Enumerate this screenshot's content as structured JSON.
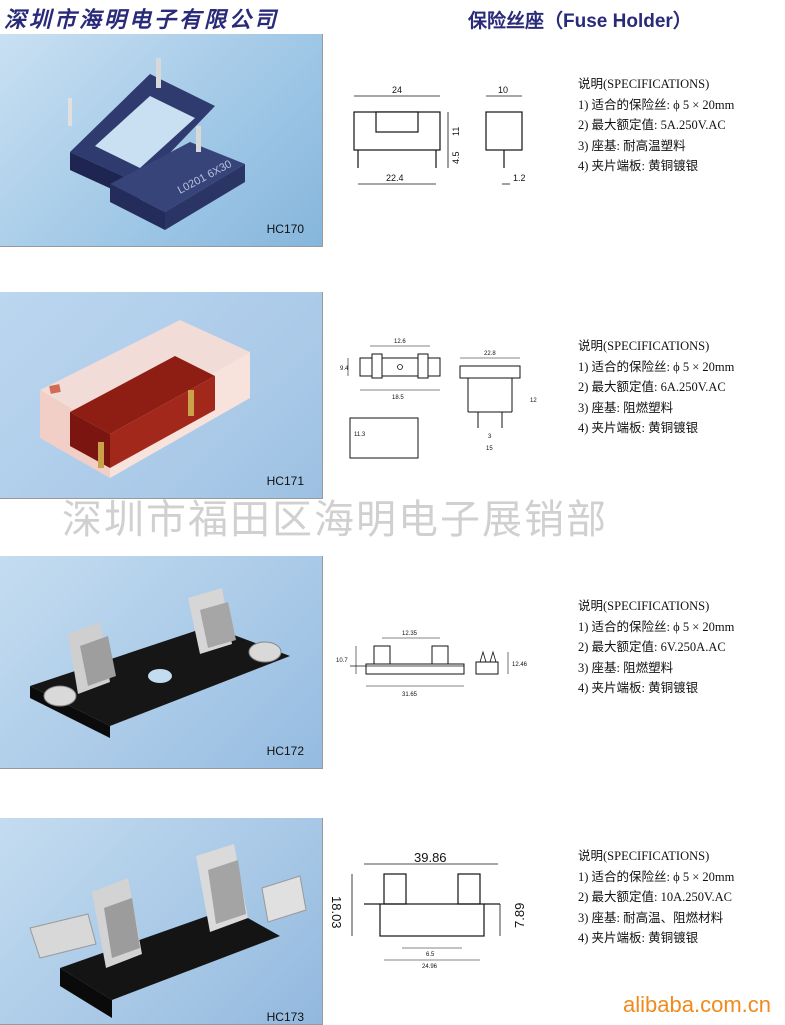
{
  "header": {
    "company": "深圳市海明电子有限公司",
    "title_cn": "保险丝座",
    "title_en": "（Fuse Holder）"
  },
  "watermark": "深圳市福田区海明电子展销部",
  "footer": {
    "site": "alibaba.com.cn"
  },
  "products": [
    {
      "model": "HC170",
      "part_marking": "L0201 6X30",
      "drawing_dims": {
        "d1": "24",
        "d2": "10",
        "d3": "11",
        "d4": "4.5",
        "d5": "22.4",
        "d6": "1.2"
      },
      "spec_heading": "说明(SPECIFICATIONS)",
      "specs": [
        "1)  适合的保险丝:  ϕ 5 × 20mm",
        "2)  最大额定值:  5A.250V.AC",
        "3)  座基:  耐高温塑料",
        "4)  夹片端板:  黄铜镀银"
      ]
    },
    {
      "model": "HC171",
      "drawing_dims": {
        "d1": "12.6",
        "d2": "9.4",
        "d3": "18.5",
        "d4": "11.3",
        "d5": "22.8",
        "d6": "12",
        "d7": "3",
        "d8": "15"
      },
      "spec_heading": "说明(SPECIFICATIONS)",
      "specs": [
        "1)  适合的保险丝:  ϕ 5 × 20mm",
        "2)  最大额定值:  6A.250V.AC",
        "3)  座基:  阻燃塑料",
        "4)  夹片端板:  黄铜镀银"
      ]
    },
    {
      "model": "HC172",
      "drawing_dims": {
        "d1": "12.35",
        "d2": "10.7",
        "d3": "31.65",
        "d4": "12.46"
      },
      "spec_heading": "说明(SPECIFICATIONS)",
      "specs": [
        "1)  适合的保险丝:  ϕ 5 × 20mm",
        "2)  最大额定值:  6V.250A.AC",
        "3)  座基:  阻燃塑料",
        "4)  夹片端板:  黄铜镀银"
      ]
    },
    {
      "model": "HC173",
      "drawing_dims": {
        "d1": "39.86",
        "d2": "18.03",
        "d3": "7.89",
        "d4": "6.5",
        "d5": "24.96"
      },
      "spec_heading": "说明(SPECIFICATIONS)",
      "specs": [
        "1)  适合的保险丝:  ϕ 5 × 20mm",
        "2)  最大额定值:  10A.250V.AC",
        "3)  座基:  耐高温、阻燃材料",
        "4)  夹片端板:  黄铜镀银"
      ]
    }
  ]
}
